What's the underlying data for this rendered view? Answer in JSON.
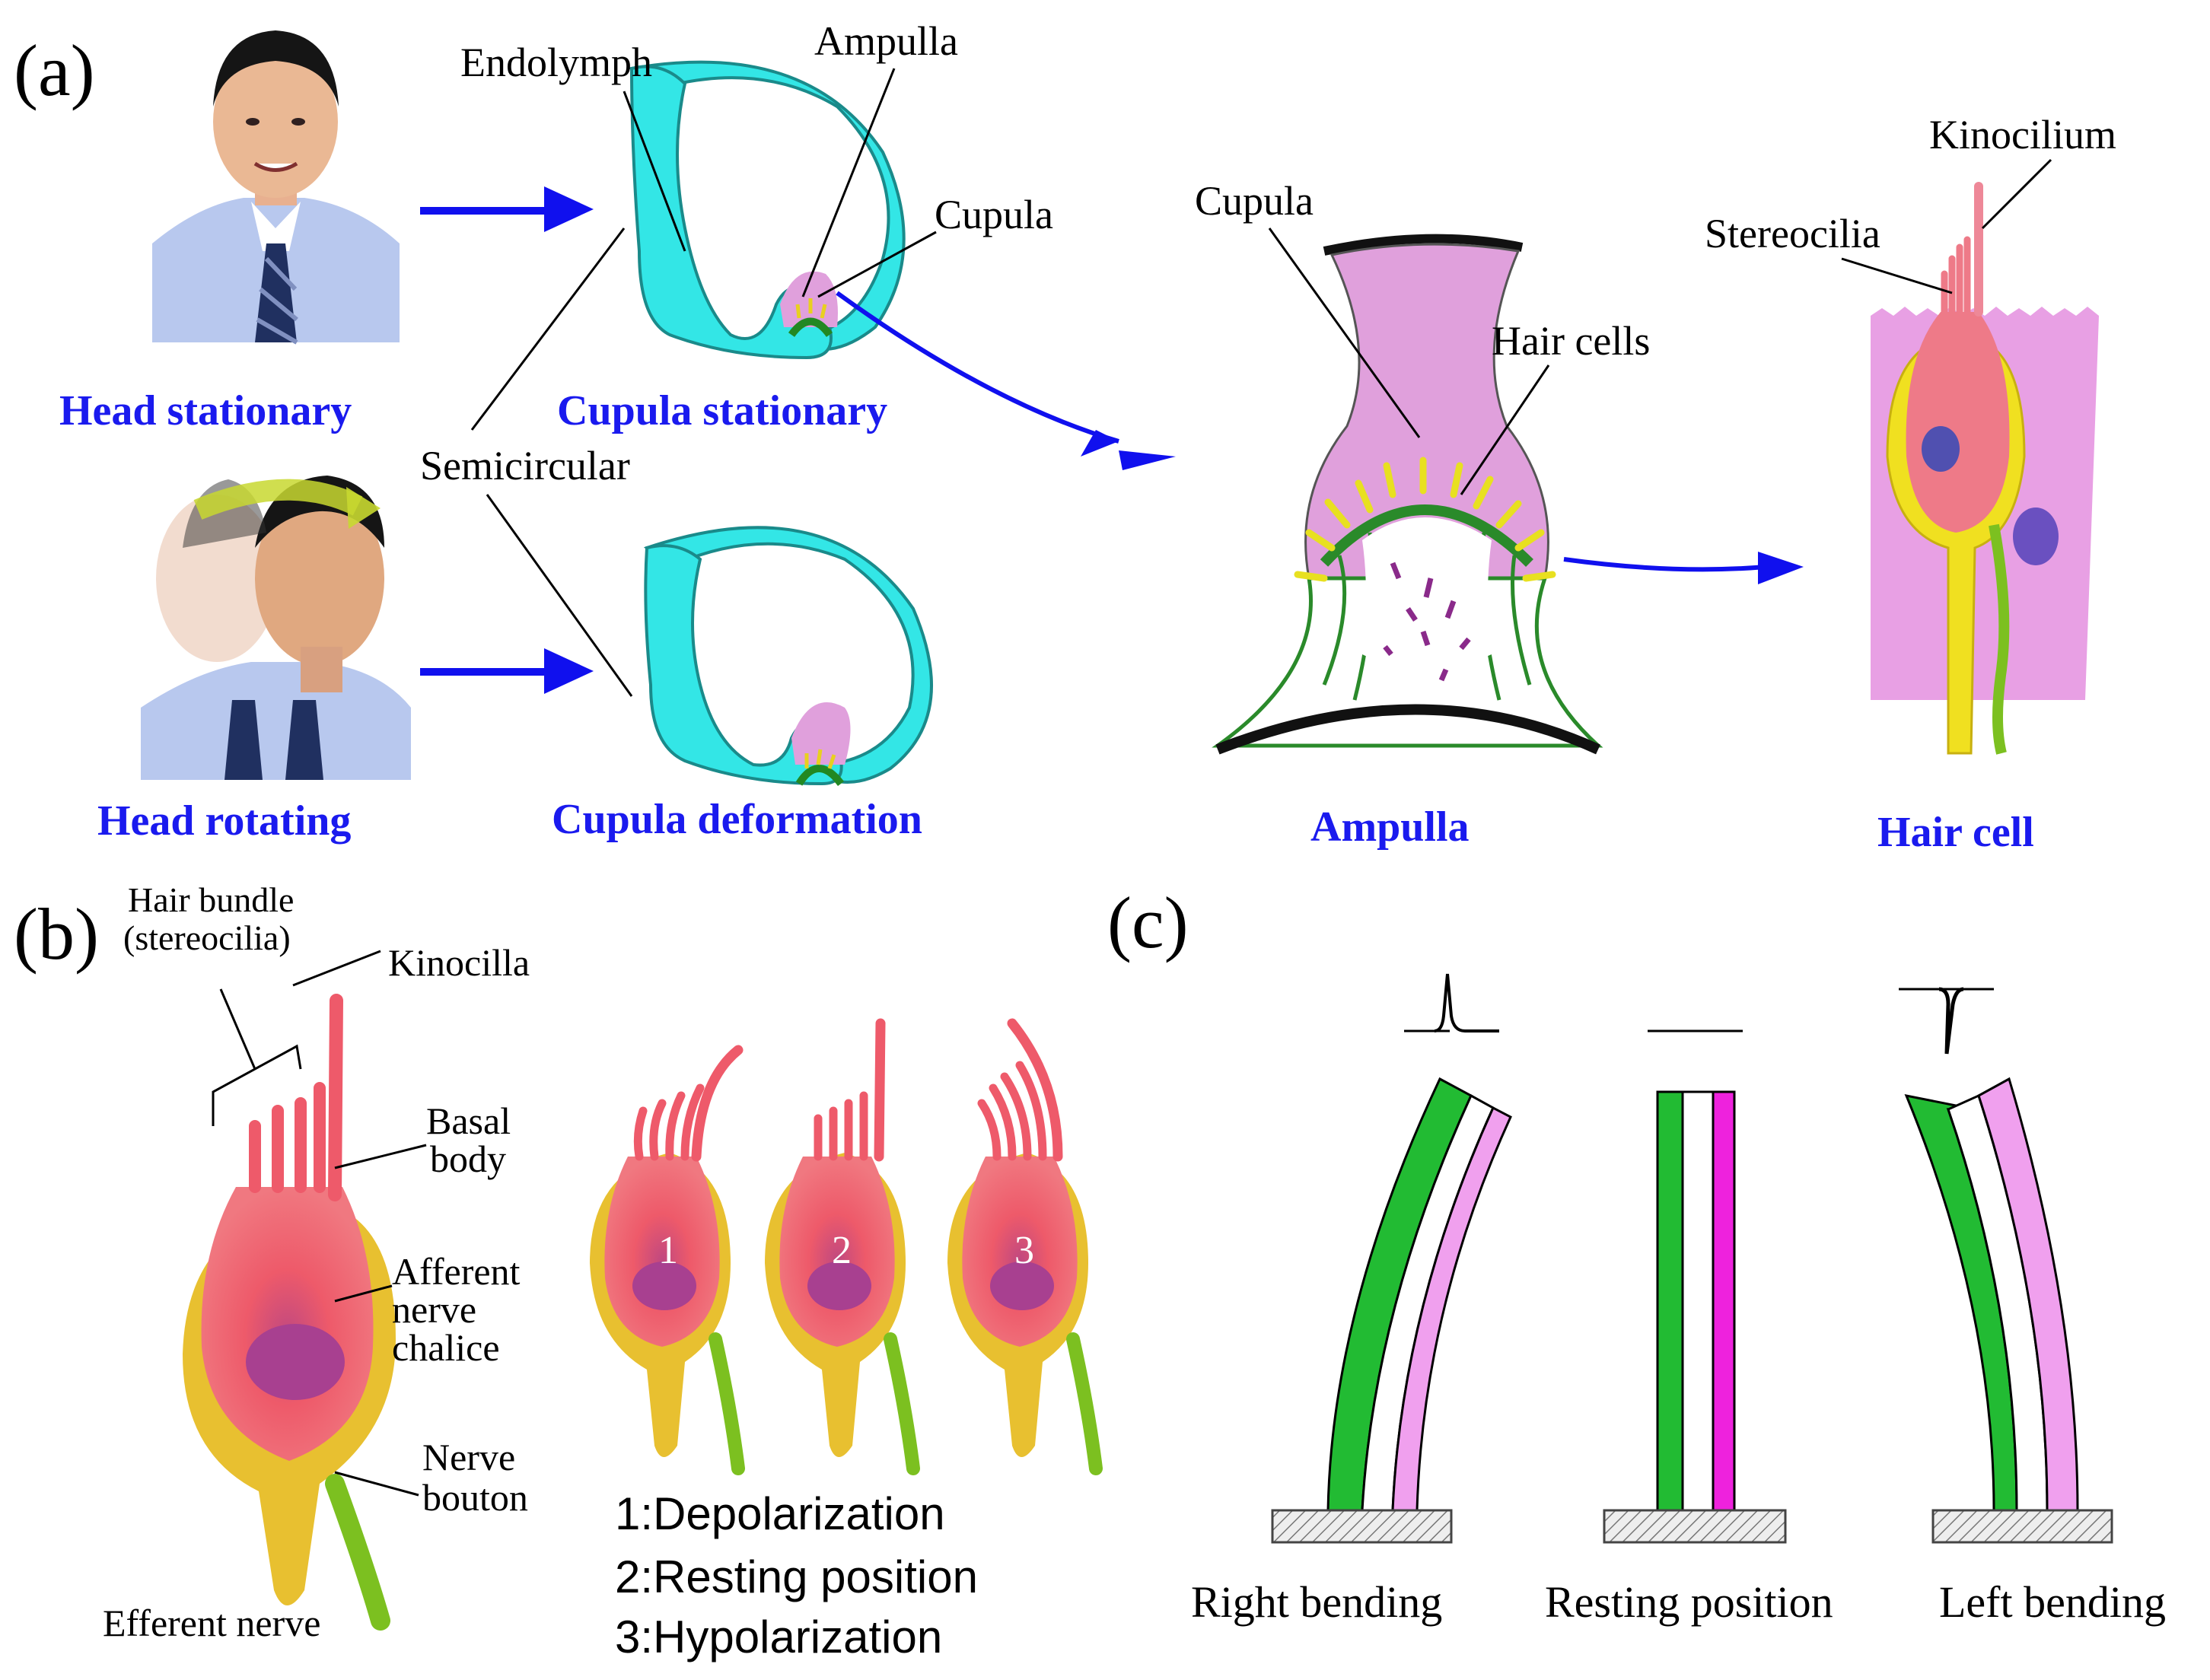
{
  "panels": {
    "a": "(a)",
    "b": "(b)",
    "c": "(c)"
  },
  "panel_a": {
    "head_stationary": "Head stationary",
    "head_rotating": "Head rotating",
    "endolymph": "Endolymph",
    "ampulla_label": "Ampulla",
    "cupula_label": "Cupula",
    "semicircular": "Semicircular",
    "cupula_stationary": "Cupula stationary",
    "cupula_deformation": "Cupula deformation",
    "cupula_label2": "Cupula",
    "hair_cells": "Hair cells",
    "ampulla_caption": "Ampulla",
    "kinocilium": "Kinocilium",
    "stereocilia": "Stereocilia",
    "hair_cell_caption": "Hair cell"
  },
  "panel_b": {
    "hair_bundle_1": "Hair bundle",
    "hair_bundle_2": "(stereocilia)",
    "kinocilla": "Kinocilla",
    "basal_1": "Basal",
    "basal_2": "body",
    "afferent_1": "Afferent",
    "afferent_2": "nerve",
    "afferent_3": "chalice",
    "nerve_1": "Nerve",
    "nerve_2": "bouton",
    "efferent": "Efferent nerve",
    "cell_numbers": [
      "1",
      "2",
      "3"
    ],
    "legend": [
      "1:Depolarization",
      "2:Resting position",
      "3:Hypolarization"
    ]
  },
  "panel_c": {
    "right_bending": "Right bending",
    "resting_position": "Resting position",
    "left_bending": "Left bending"
  },
  "colors": {
    "blue_arrow": "#1010ee",
    "canal": "#33e6e6",
    "cupula_pink": "#e0a0dc",
    "hair_red": "#ee5a6a",
    "chalice_yellow": "#e8c030",
    "nerve_green": "#7cc020",
    "green_band": "#22bb33",
    "magenta_band": "#ee22dd",
    "pink_band": "#f0a0ee"
  }
}
